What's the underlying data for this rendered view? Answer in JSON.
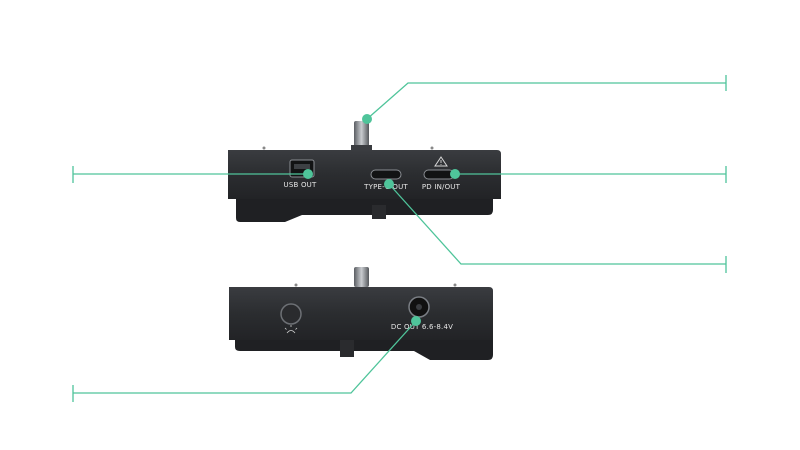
{
  "colors": {
    "callout": "#4fc49a",
    "device_body": "#2b2d30",
    "device_dark": "#1c1d1f",
    "port_glow": "#7a7e84"
  },
  "ports": {
    "usb_out": "USB OUT",
    "type_c_out": "TYPE-C OUT",
    "pd_in_out": "PD IN/OUT",
    "dc_out": "DC OUT 6.6-8.4V"
  },
  "icons": {
    "warning": "warning-triangle-icon",
    "light": "light-indicator-icon"
  }
}
